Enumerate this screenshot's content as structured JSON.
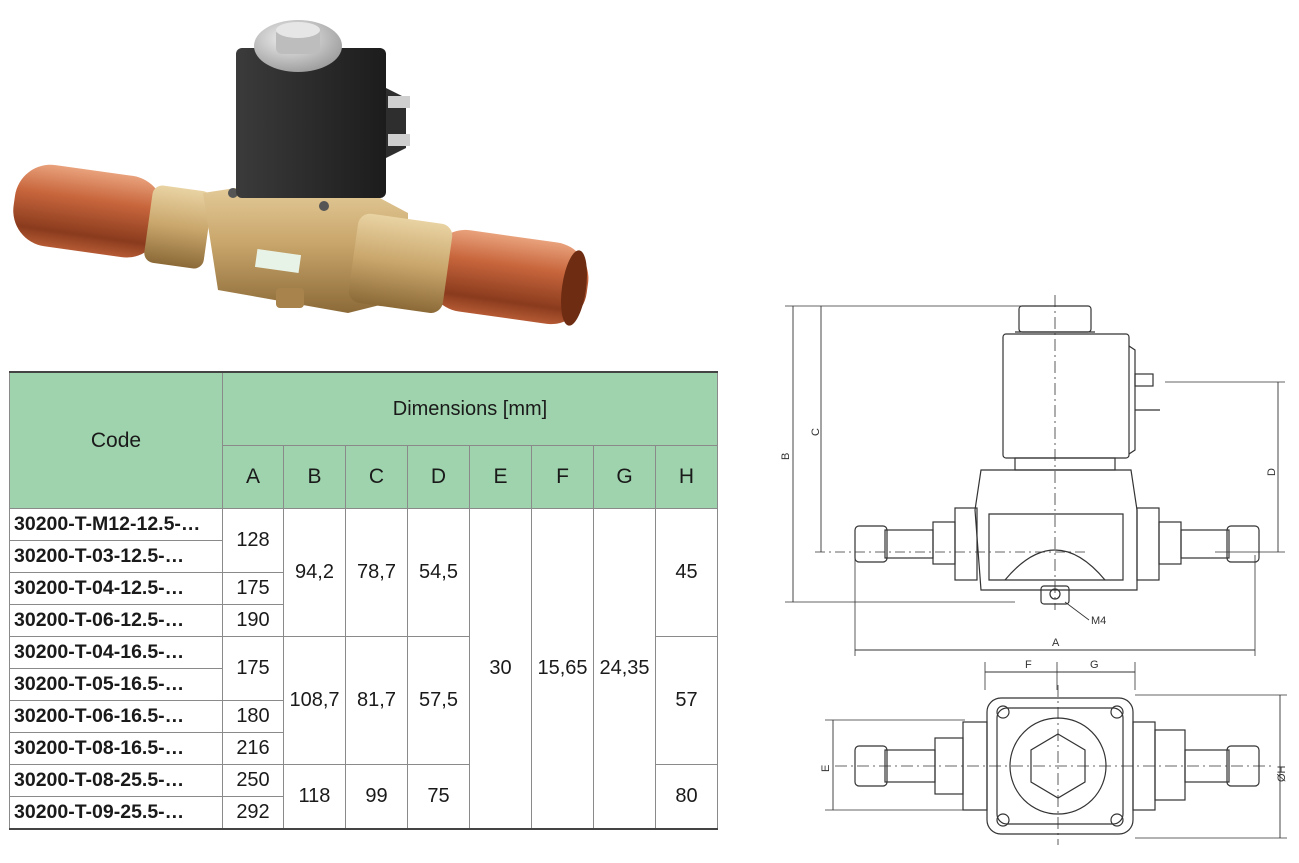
{
  "table": {
    "header": {
      "code": "Code",
      "dimensions": "Dimensions [mm]",
      "columns": [
        "A",
        "B",
        "C",
        "D",
        "E",
        "F",
        "G",
        "H"
      ]
    },
    "codes": [
      "30200-T-M12-12.5-…",
      "30200-T-03-12.5-…",
      "30200-T-04-12.5-…",
      "30200-T-06-12.5-…",
      "30200-T-04-16.5-…",
      "30200-T-05-16.5-…",
      "30200-T-06-16.5-…",
      "30200-T-08-16.5-…",
      "30200-T-08-25.5-…",
      "30200-T-09-25.5-…"
    ],
    "a_values": [
      "128",
      "175",
      "190",
      "175",
      "180",
      "216",
      "250",
      "292"
    ],
    "group1": {
      "b": "94,2",
      "c": "78,7",
      "d": "54,5",
      "h": "45"
    },
    "group2": {
      "b": "108,7",
      "c": "81,7",
      "d": "57,5",
      "h": "57"
    },
    "group3": {
      "b": "118",
      "c": "99",
      "d": "75",
      "h": "80"
    },
    "shared": {
      "e": "30",
      "f": "15,65",
      "g": "24,35"
    }
  },
  "drawing": {
    "labels": {
      "a": "A",
      "b": "B",
      "c": "C",
      "d": "D",
      "e": "E",
      "f": "F",
      "g": "G",
      "h": "ØH",
      "thread": "M4"
    }
  },
  "colors": {
    "header_green": "#9fd3ad",
    "copper": "#c8663d",
    "brass": "#c9a66b",
    "coil": "#2a2a2a"
  }
}
